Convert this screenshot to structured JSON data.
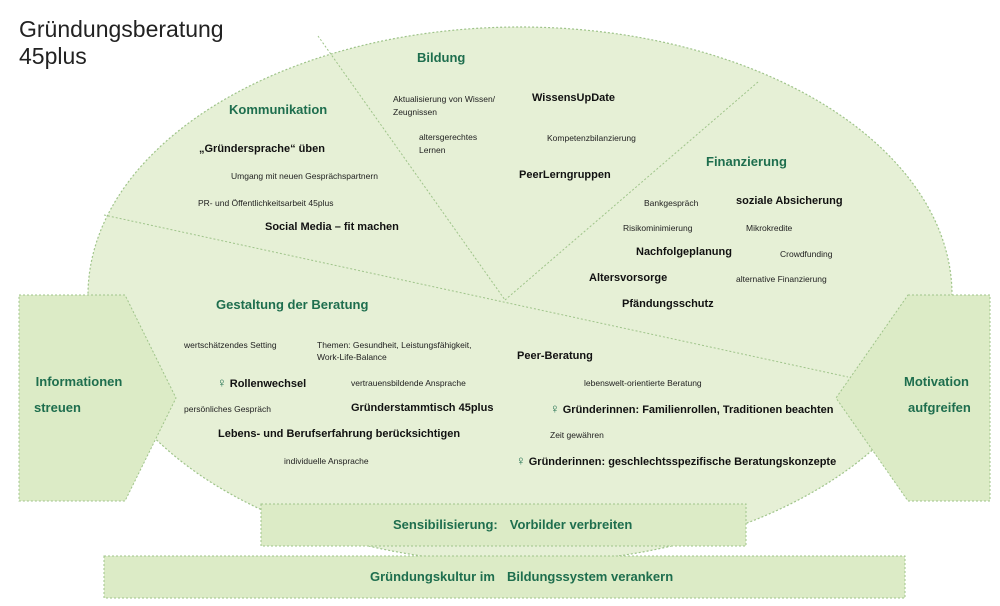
{
  "title": {
    "line1": "Gründungsberatung",
    "line2": "45plus"
  },
  "symbols": {
    "female": "♀"
  },
  "colors": {
    "fill": "#e6f0d6",
    "stroke": "#9fc48a",
    "heading": "#1e6e4e"
  },
  "segments": {
    "bildung": {
      "heading": "Bildung",
      "items": [
        "Aktualisierung von Wissen/",
        "Zeugnissen",
        "WissensUpDate",
        "altersgerechtes",
        "Lernen",
        "Kompetenzbilanzierung",
        "PeerLerngruppen"
      ]
    },
    "kommunikation": {
      "heading": "Kommunikation",
      "items": [
        "„Gründersprache“ üben",
        "Umgang mit neuen Gesprächspartnern",
        "PR- und Öffentlichkeitsarbeit 45plus",
        "Social Media – fit machen"
      ]
    },
    "finanzierung": {
      "heading": "Finanzierung",
      "items": [
        "Bankgespräch",
        "soziale Absicherung",
        "Risikominimierung",
        "Mikrokredite",
        "Nachfolgeplanung",
        "Crowdfunding",
        "Altersvorsorge",
        "alternative Finanzierung",
        "Pfändungsschutz"
      ]
    },
    "gestaltung": {
      "heading": "Gestaltung der Beratung",
      "items": [
        "wertschätzendes Setting",
        "Themen: Gesundheit, Leistungsfähigkeit,",
        "Work-Life-Balance",
        "Peer-Beratung",
        "Rollenwechsel",
        "vertrauensbildende Ansprache",
        "lebenswelt-orientierte Beratung",
        "persönliches Gespräch",
        "Gründerstammtisch 45plus",
        "Gründerinnen: Familienrollen, Traditionen beachten",
        "Lebens- und Berufserfahrung berücksichtigen",
        "Zeit gewähren",
        "individuelle Ansprache",
        "Gründerinnen: geschlechtsspezifische Beratungskonzepte"
      ]
    }
  },
  "left_arrow": {
    "line1": "Informationen",
    "line2": "streuen"
  },
  "right_arrow": {
    "line1": "Motivation",
    "line2": "aufgreifen"
  },
  "bar1": {
    "part1": "Sensibilisierung:",
    "part2": "Vorbilder verbreiten"
  },
  "bar2": {
    "part1": "Gründungskultur im",
    "part2": "Bildungssystem verankern"
  }
}
